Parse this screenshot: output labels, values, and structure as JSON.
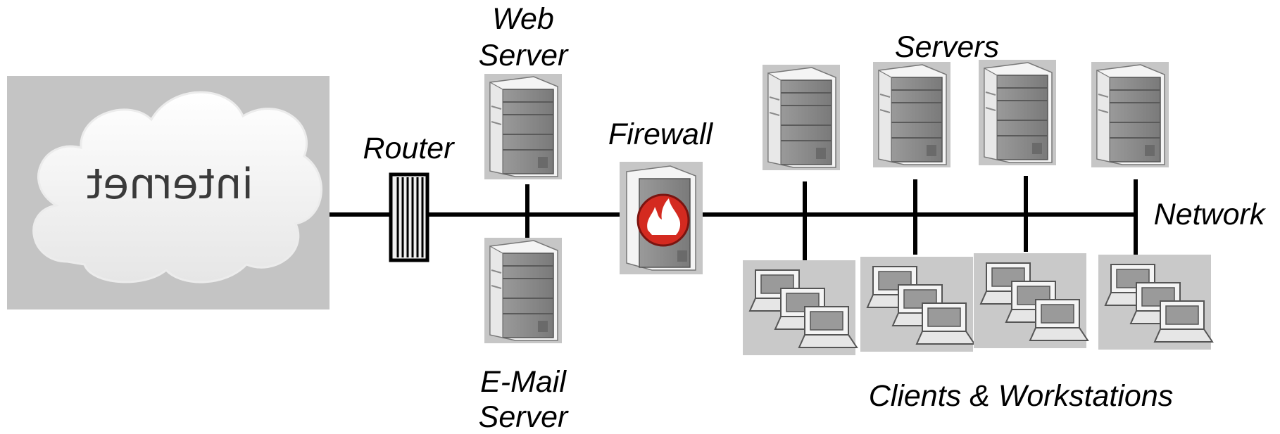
{
  "labels": {
    "router": "Router",
    "web_server_line1": "Web",
    "web_server_line2": "Server",
    "firewall": "Firewall",
    "servers": "Servers",
    "network": "Network",
    "email_server_line1": "E-Mail",
    "email_server_line2": "Server",
    "clients": "Clients & Workstations"
  },
  "internet_cloud": {
    "text": "internet",
    "text_mirrored": true
  },
  "icons": {
    "cloud": "cloud-icon",
    "router": "router-icon",
    "server": "server-tower-icon",
    "firewall": "firewall-icon",
    "workstations": "workstation-group-icon"
  },
  "colors": {
    "line": "#000000",
    "panel_bg": "#c4c4c4",
    "firewall_red": "#d42a20"
  }
}
